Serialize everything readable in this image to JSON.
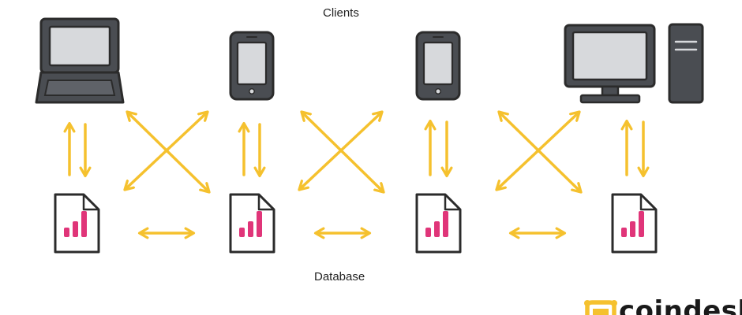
{
  "labels": {
    "clients": "Clients",
    "database": "Database"
  },
  "logo": {
    "text": "coindesk",
    "icon": "coindesk-logo-icon"
  },
  "clients": [
    {
      "icon": "laptop-icon"
    },
    {
      "icon": "smartphone-icon"
    },
    {
      "icon": "smartphone-icon"
    },
    {
      "icon": "desktop-computer-icon"
    }
  ],
  "databases": [
    {
      "icon": "database-document-chart-icon"
    },
    {
      "icon": "database-document-chart-icon"
    },
    {
      "icon": "database-document-chart-icon"
    },
    {
      "icon": "database-document-chart-icon"
    }
  ],
  "colors": {
    "arrow": "#f5c12e",
    "outline": "#2b2b2b",
    "device_body": "#4a4d52",
    "screen": "#d7d9dc",
    "bar": "#e03579",
    "logo_accent": "#f5c12e"
  }
}
